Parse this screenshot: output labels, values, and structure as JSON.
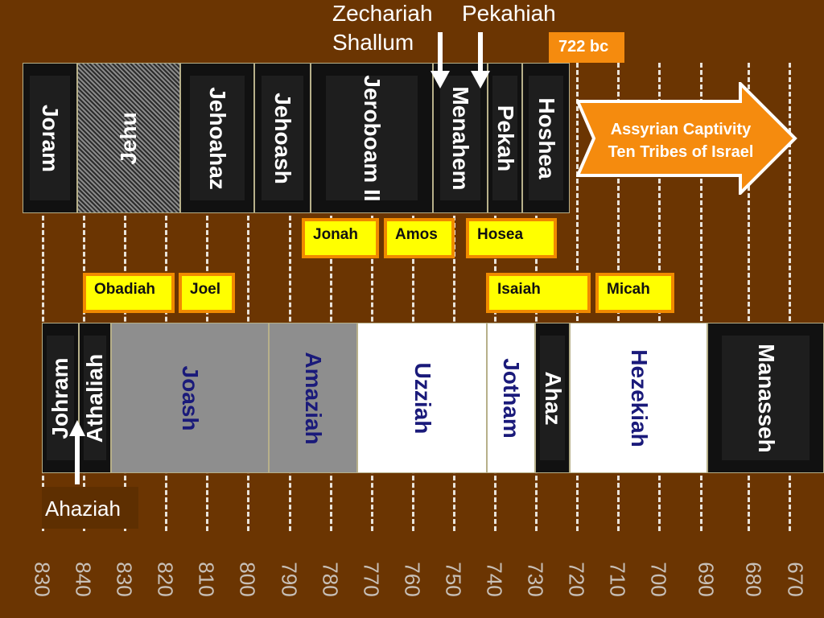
{
  "israel_kings": [
    {
      "name": "Joram",
      "style": "black"
    },
    {
      "name": "Jehu",
      "style": "hatch"
    },
    {
      "name": "Jehoahaz",
      "style": "black"
    },
    {
      "name": "Jehoash",
      "style": "black"
    },
    {
      "name": "Jeroboam II",
      "style": "black"
    },
    {
      "name": "Menahem",
      "style": "black"
    },
    {
      "name": "Pekah",
      "style": "black"
    },
    {
      "name": "Hoshea",
      "style": "black"
    }
  ],
  "judah_kings": [
    {
      "name": "Johram",
      "style": "black"
    },
    {
      "name": "Athaliah",
      "style": "black"
    },
    {
      "name": "Joash",
      "style": "gray"
    },
    {
      "name": "Amaziah",
      "style": "gray"
    },
    {
      "name": "Uzziah",
      "style": "white"
    },
    {
      "name": "Jotham",
      "style": "white"
    },
    {
      "name": "Ahaz",
      "style": "black"
    },
    {
      "name": "Hezekiah",
      "style": "white"
    },
    {
      "name": "Manasseh",
      "style": "black"
    }
  ],
  "prophets_row1": [
    "Jonah",
    "Amos",
    "Hosea"
  ],
  "prophets_row2": [
    "Obadiah",
    "Joel",
    "Isaiah",
    "Micah"
  ],
  "top_labels": {
    "zechariah": "Zechariah",
    "shallum": "Shallum",
    "pekahiah": "Pekahiah"
  },
  "date_flag": "722 bc",
  "captivity": {
    "line1": "Assyrian Captivity",
    "line2": "Ten Tribes of Israel"
  },
  "ahaziah_label": "Ahaziah",
  "years": [
    "830",
    "840",
    "830",
    "820",
    "810",
    "800",
    "790",
    "780",
    "770",
    "760",
    "750",
    "740",
    "730",
    "720",
    "710",
    "700",
    "690",
    "680",
    "670"
  ],
  "colors": {
    "background": "#6b3502",
    "prophet_fill": "#ffff00",
    "prophet_border": "#f08a00",
    "captivity_orange": "#f58b0e",
    "judah_label_navy": "#1a1a7a"
  }
}
